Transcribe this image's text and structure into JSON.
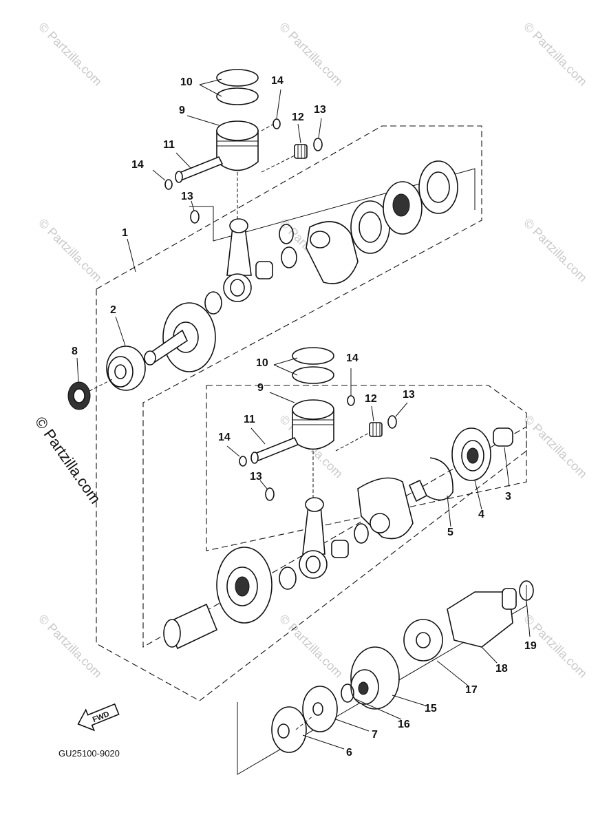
{
  "callouts": [
    {
      "id": "c1",
      "text": "1"
    },
    {
      "id": "c2",
      "text": "2"
    },
    {
      "id": "c3",
      "text": "3"
    },
    {
      "id": "c4",
      "text": "4"
    },
    {
      "id": "c5",
      "text": "5"
    },
    {
      "id": "c6",
      "text": "6"
    },
    {
      "id": "c7",
      "text": "7"
    },
    {
      "id": "c8",
      "text": "8"
    },
    {
      "id": "c9a",
      "text": "9"
    },
    {
      "id": "c9b",
      "text": "9"
    },
    {
      "id": "c10a",
      "text": "10"
    },
    {
      "id": "c10b",
      "text": "10"
    },
    {
      "id": "c11a",
      "text": "11"
    },
    {
      "id": "c11b",
      "text": "11"
    },
    {
      "id": "c12a",
      "text": "12"
    },
    {
      "id": "c12b",
      "text": "12"
    },
    {
      "id": "c13a",
      "text": "13"
    },
    {
      "id": "c13b",
      "text": "13"
    },
    {
      "id": "c13c",
      "text": "13"
    },
    {
      "id": "c13d",
      "text": "13"
    },
    {
      "id": "c14a",
      "text": "14"
    },
    {
      "id": "c14b",
      "text": "14"
    },
    {
      "id": "c14c",
      "text": "14"
    },
    {
      "id": "c14d",
      "text": "14"
    },
    {
      "id": "c15",
      "text": "15"
    },
    {
      "id": "c16",
      "text": "16"
    },
    {
      "id": "c17",
      "text": "17"
    },
    {
      "id": "c18",
      "text": "18"
    },
    {
      "id": "c19",
      "text": "19"
    }
  ],
  "fwd_label": "FWD",
  "diagram_code": "GU25100-9020",
  "watermark": "© Partzilla.com"
}
